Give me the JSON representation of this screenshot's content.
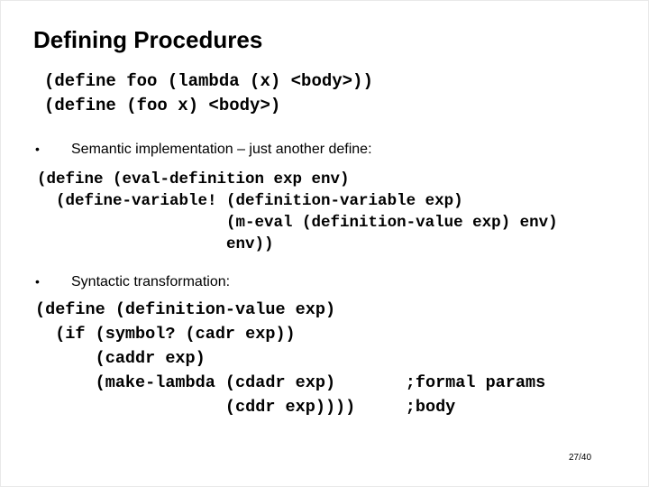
{
  "colors": {
    "background": "#ffffff",
    "text": "#000000"
  },
  "slide": {
    "title": "Defining Procedures",
    "bullet_glyph": "•",
    "intro_code": "(define foo (lambda (x) <body>))\n(define (foo x) <body>)",
    "bullets": [
      {
        "label": "Semantic implementation – just another define:",
        "code": "(define (eval-definition exp env)\n  (define-variable! (definition-variable exp)\n                    (m-eval (definition-value exp) env)\n                    env))"
      },
      {
        "label": "Syntactic transformation:",
        "code": "(define (definition-value exp)\n  (if (symbol? (cadr exp))\n      (caddr exp)\n      (make-lambda (cdadr exp)       ;formal params\n                   (cddr exp))))     ;body"
      }
    ],
    "page_number": "27/40"
  }
}
